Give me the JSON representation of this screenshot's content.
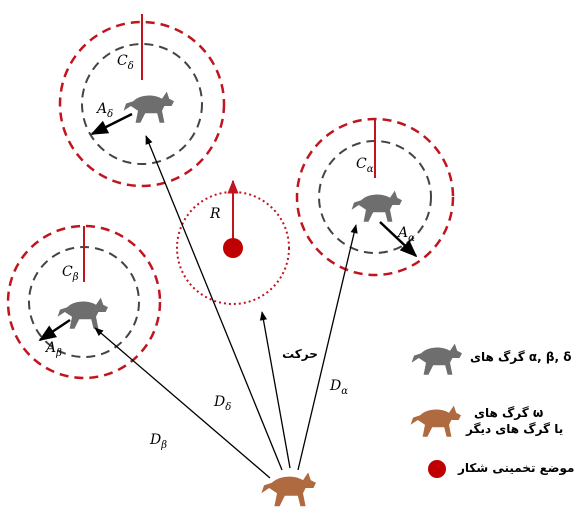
{
  "labels": {
    "c_delta": "C",
    "c_delta_sub": "δ",
    "a_delta": "A",
    "a_delta_sub": "δ",
    "c_beta": "C",
    "c_beta_sub": "β",
    "a_beta": "A",
    "a_beta_sub": "β",
    "c_alpha": "C",
    "c_alpha_sub": "α",
    "a_alpha": "A",
    "a_alpha_sub": "α",
    "r": "R",
    "d_delta": "D",
    "d_delta_sub": "δ",
    "d_alpha": "D",
    "d_alpha_sub": "α",
    "d_beta": "D",
    "d_beta_sub": "β",
    "movement": "حرکت"
  },
  "legend": {
    "leaders_label": "α, β, δ گرگ های",
    "omega_line1": "ω گرگ های",
    "omega_line2": "یا گرگ های دیگر",
    "prey_label": "موضع تخمینی شکار"
  },
  "colors": {
    "red_dashed": "#c0141e",
    "gray_dashed": "#444444",
    "prey": "#c00000",
    "leader_wolf": "#6e6e6e",
    "omega_wolf": "#b06a40"
  }
}
